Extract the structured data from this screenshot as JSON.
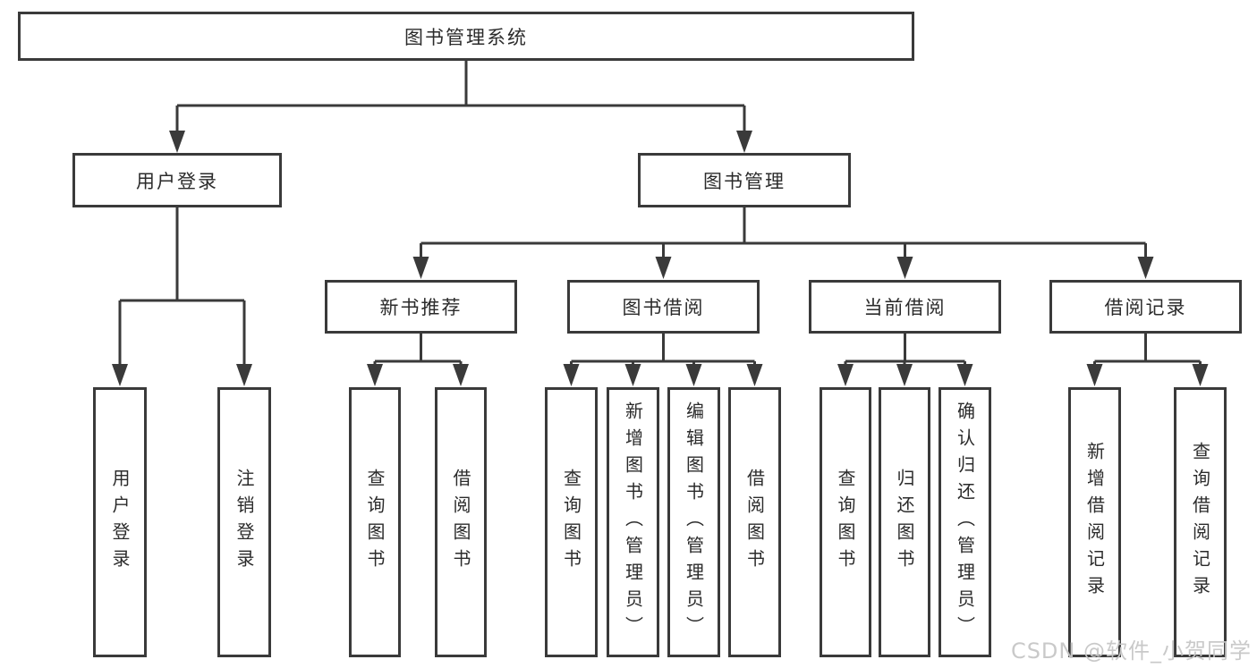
{
  "nodes": {
    "root": "图书管理系统",
    "user_login": "用户登录",
    "book_management": "图书管理",
    "new_book_recommend": "新书推荐",
    "book_borrow": "图书借阅",
    "current_borrow": "当前借阅",
    "borrow_records": "借阅记录",
    "leaf_user_login": "用户登录",
    "leaf_logout": "注销登录",
    "leaf_nb_query_books": "查询图书",
    "leaf_nb_borrow_books": "借阅图书",
    "leaf_bb_query_books": "查询图书",
    "leaf_bb_add_books_admin": "新增图书（管理员）",
    "leaf_bb_edit_books_admin": "编辑图书（管理员）",
    "leaf_bb_borrow_books": "借阅图书",
    "leaf_cb_query_books": "查询图书",
    "leaf_cb_return_books": "归还图书",
    "leaf_cb_confirm_return_admin": "确认归还（管理员）",
    "leaf_br_add_record": "新增借阅记录",
    "leaf_br_query_record": "查询借阅记录"
  },
  "watermark": "CSDN @软件_小贺同学",
  "colors": {
    "line": "#3a3a3a",
    "text": "#2b2b2b",
    "watermark": "#c6c6c6",
    "background": "#ffffff"
  }
}
